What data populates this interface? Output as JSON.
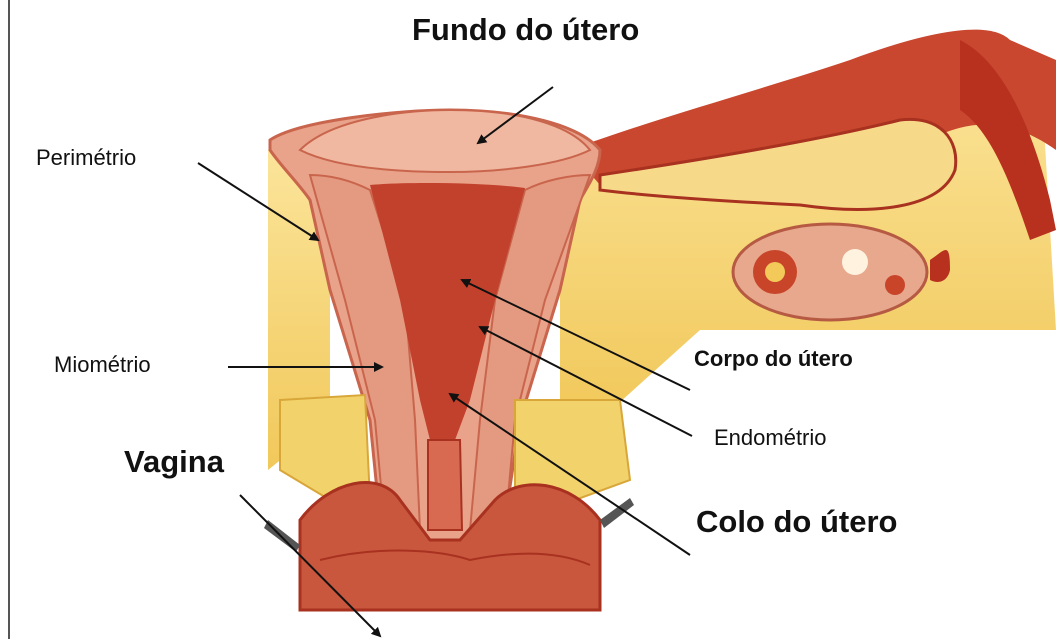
{
  "labels": {
    "fundo": "Fundo do útero",
    "perimetrio": "Perimétrio",
    "miometrio": "Miométrio",
    "vagina": "Vagina",
    "corpo": "Corpo do útero",
    "endometrio": "Endométrio",
    "colo": "Colo do útero"
  },
  "colors": {
    "background": "#ffffff",
    "muscle": "#e9a38a",
    "muscle_dark": "#c9654d",
    "cavity": "#c2412c",
    "fat": "#f2d36b",
    "tube": "#c23a24",
    "line": "#111111"
  }
}
